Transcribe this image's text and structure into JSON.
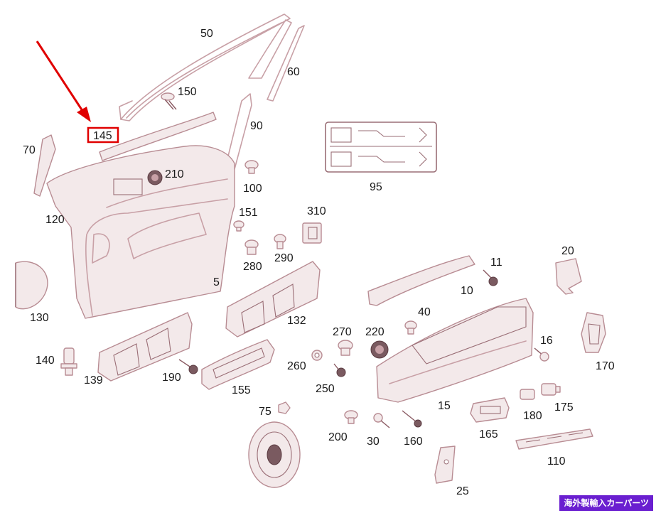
{
  "labels": {
    "p50": "50",
    "p60": "60",
    "p150": "150",
    "p145": "145",
    "p70": "70",
    "p90": "90",
    "p210": "210",
    "p100": "100",
    "p95": "95",
    "p120": "120",
    "p151": "151",
    "p310": "310",
    "p5": "5",
    "p290": "290",
    "p280": "280",
    "p130": "130",
    "p11": "11",
    "p20": "20",
    "p10": "10",
    "p132": "132",
    "p40": "40",
    "p270": "270",
    "p220": "220",
    "p16": "16",
    "p170": "170",
    "p140": "140",
    "p139": "139",
    "p190": "190",
    "p260": "260",
    "p155": "155",
    "p250": "250",
    "p15": "15",
    "p180": "180",
    "p175": "175",
    "p75": "75",
    "p200": "200",
    "p30": "30",
    "p160": "160",
    "p165": "165",
    "p110": "110",
    "p25": "25"
  },
  "highlight": {
    "part": "145",
    "color": "#e00000"
  },
  "watermark": {
    "text": "海外製輸入カーパーツ",
    "background": "#6a1fd0"
  }
}
